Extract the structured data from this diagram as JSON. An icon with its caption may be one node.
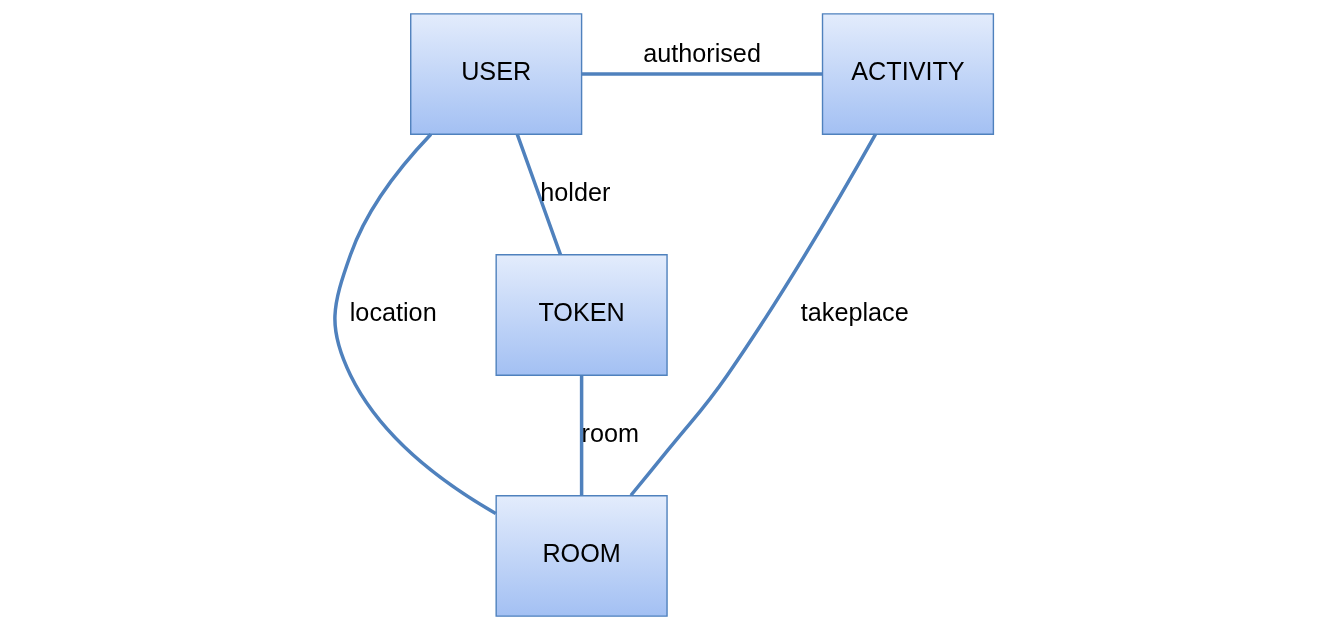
{
  "diagram": {
    "nodes": [
      {
        "text": [
          "USER"
        ]
      },
      {
        "text": [
          "ACTIVITY"
        ]
      },
      {
        "text": [
          "ROOM"
        ]
      },
      {
        "text": [
          "TOKEN"
        ]
      }
    ],
    "edges": [
      {
        "from": 0,
        "to": 1,
        "arrow": "none",
        "label": "authorised"
      },
      {
        "from": 0,
        "to": 3,
        "arrow": "none",
        "label": "holder"
      },
      {
        "from": 0,
        "to": 2,
        "arrow": "none",
        "label": "location"
      },
      {
        "from": 2,
        "to": 1,
        "arrow": "none",
        "label": "takeplace"
      },
      {
        "from": 3,
        "to": 2,
        "arrow": "none",
        "label": "room"
      }
    ]
  }
}
